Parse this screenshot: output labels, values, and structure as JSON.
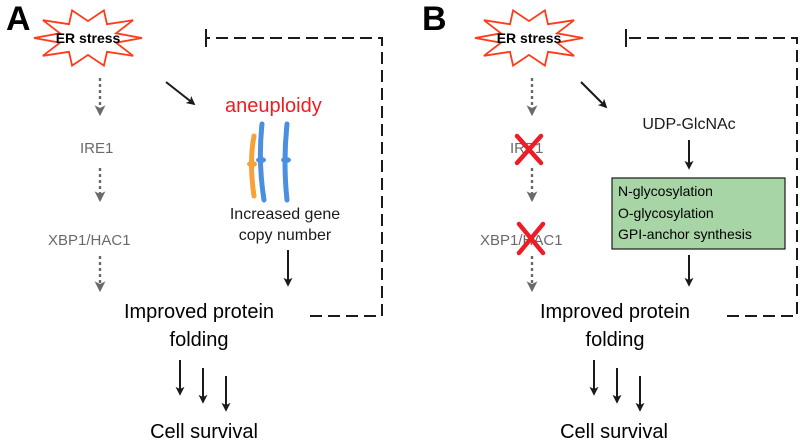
{
  "panels": {
    "a": {
      "letter": "A",
      "stress": "ER stress",
      "path1": "IRE1",
      "path2": "XBP1/HAC1",
      "aneuploidy": "aneuploidy",
      "gene_line1": "Increased gene",
      "gene_line2": "copy number",
      "folding_line1": "Improved protein",
      "folding_line2": "folding",
      "survival": "Cell survival"
    },
    "b": {
      "letter": "B",
      "stress": "ER stress",
      "path1": "IRE1",
      "path2": "XBP1/HAC1",
      "substrate": "UDP-GlcNAc",
      "box_lines": [
        "N-glycosylation",
        "O-glycosylation",
        "GPI-anchor synthesis"
      ],
      "folding_line1": "Improved protein",
      "folding_line2": "folding",
      "survival": "Cell survival"
    }
  },
  "colors": {
    "burst_stroke": "#ff3b1a",
    "aneuploidy_red": "#ee1c24",
    "chromosome_orange": "#f7a13a",
    "chromosome_blue": "#4a8fe0",
    "box_fill": "#a8d5a6",
    "cross_red": "#ee1c24",
    "pathway_grey": "#6a6a6a"
  }
}
